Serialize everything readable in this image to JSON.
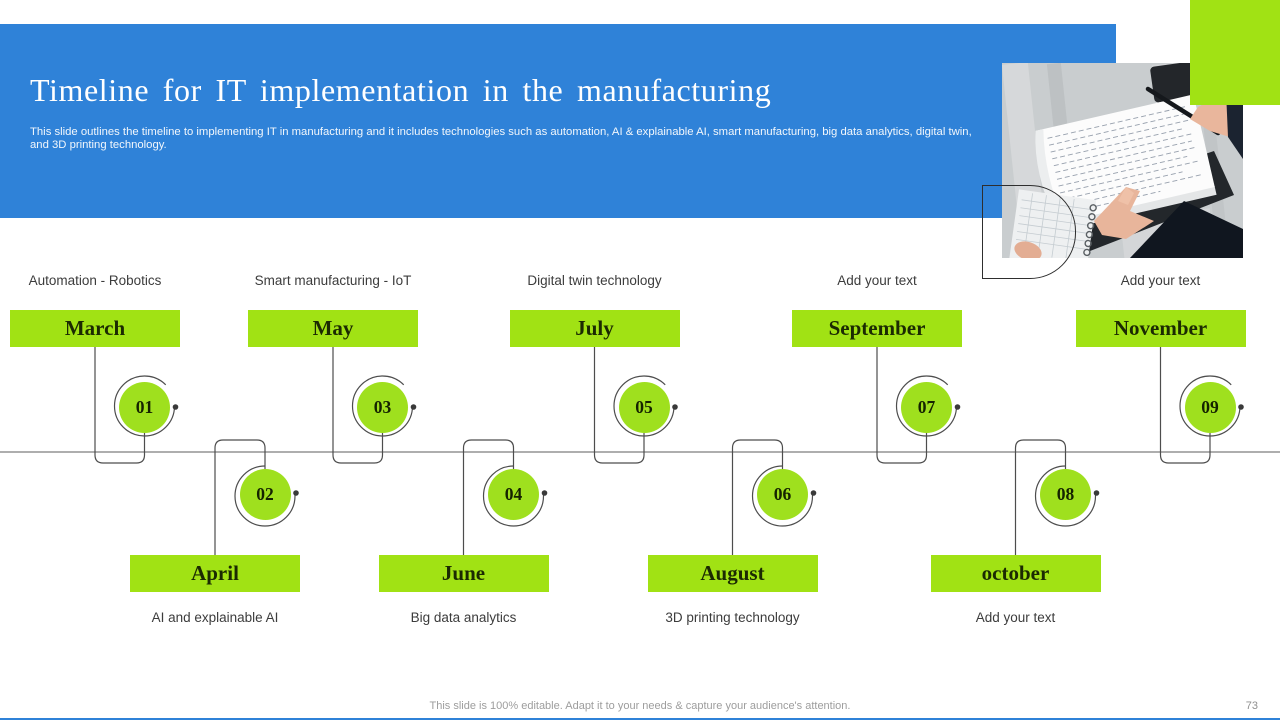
{
  "slide": {
    "title": "Timeline for IT implementation in the manufacturing",
    "subtitle": "This slide outlines the timeline to implementing IT in manufacturing and it includes technologies such as automation, AI & explainable AI, smart manufacturing, big data analytics, digital twin, and 3D printing technology.",
    "footer": "This slide is 100% editable. Adapt it to your needs & capture your audience's attention.",
    "page_number": "73"
  },
  "colors": {
    "accent_blue": "#2f82d8",
    "accent_green": "#a1e214",
    "line_gray": "#4d4d4d"
  },
  "timeline": {
    "top_items": [
      {
        "number": "01",
        "month": "March",
        "label": "Automation - Robotics"
      },
      {
        "number": "03",
        "month": "May",
        "label": "Smart manufacturing - IoT"
      },
      {
        "number": "05",
        "month": "July",
        "label": "Digital twin technology"
      },
      {
        "number": "07",
        "month": "September",
        "label": "Add your text"
      },
      {
        "number": "09",
        "month": "November",
        "label": "Add your text"
      }
    ],
    "bottom_items": [
      {
        "number": "02",
        "month": "April",
        "label": "AI and explainable AI"
      },
      {
        "number": "04",
        "month": "June",
        "label": "Big data analytics"
      },
      {
        "number": "06",
        "month": "August",
        "label": "3D printing technology"
      },
      {
        "number": "08",
        "month": "october",
        "label": "Add your text"
      }
    ]
  }
}
